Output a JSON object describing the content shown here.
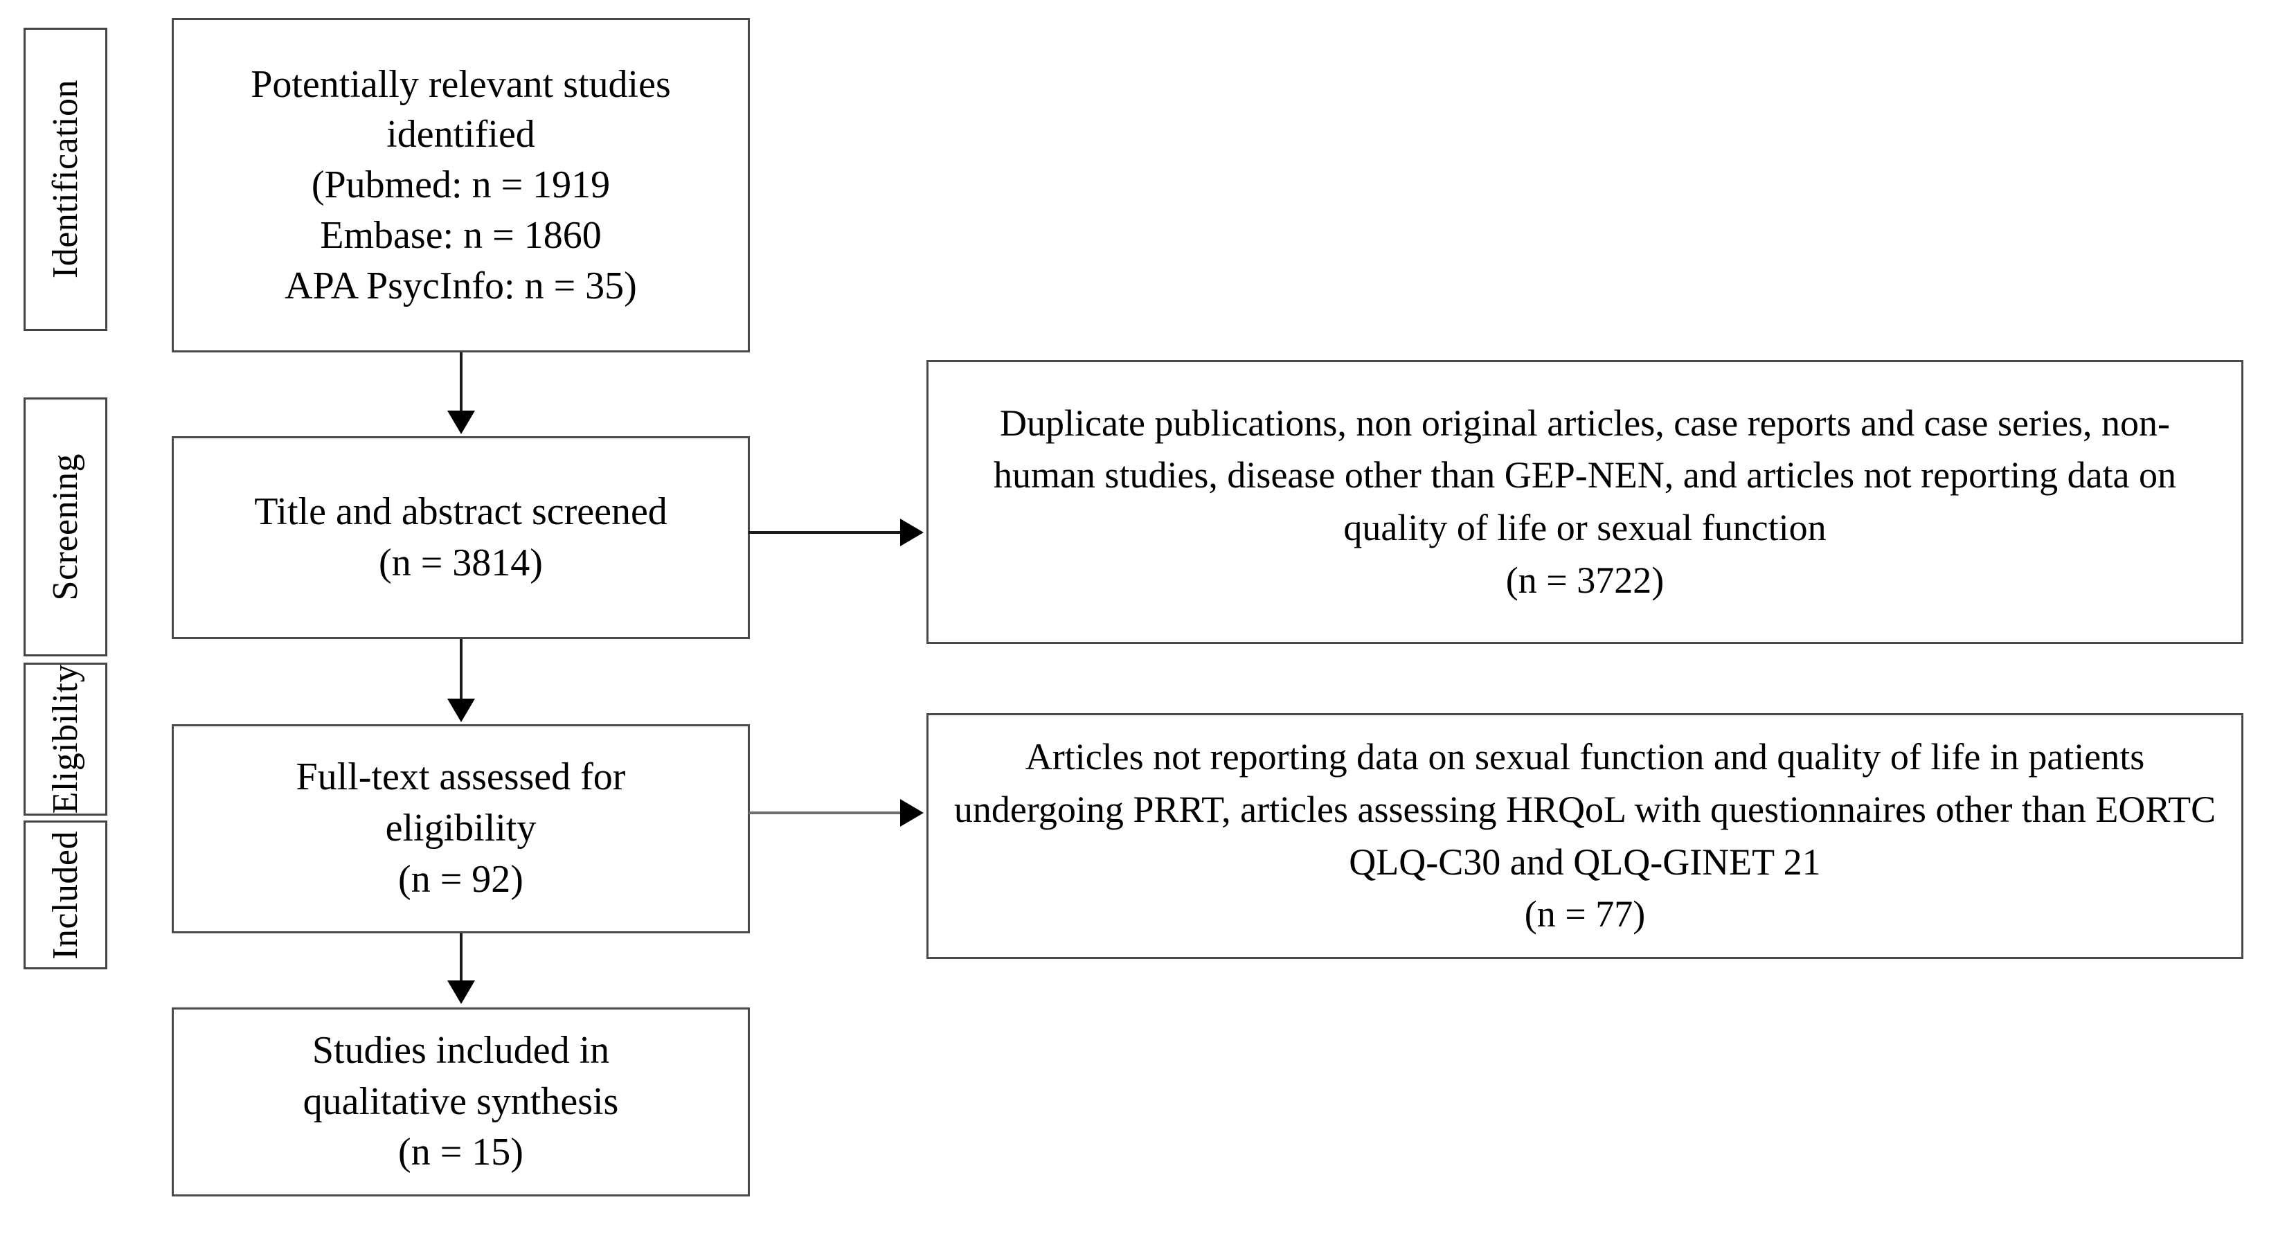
{
  "diagram": {
    "type": "prisma-flow-diagram",
    "title": "",
    "stages": [
      {
        "id": "identification",
        "label": "Identification"
      },
      {
        "id": "screening",
        "label": "Screening"
      },
      {
        "id": "eligibility",
        "label": "Eligibility"
      },
      {
        "id": "included",
        "label": "Included"
      }
    ],
    "flow_boxes": [
      {
        "id": "identification-box",
        "stage": "identification",
        "text": "Potentially relevant studies\nidentified\n(Pubmed: n = 1919\nEmbase: n = 1860\nAPA PsycInfo: n = 35)",
        "count_pubmed": 1919,
        "count_embase": 1860,
        "count_apa_psycinfo": 35
      },
      {
        "id": "screening-box",
        "stage": "screening",
        "text": "Title and abstract screened\n(n = 3814)",
        "count": 3814
      },
      {
        "id": "eligibility-box",
        "stage": "eligibility",
        "text": "Full-text assessed for\neligibility\n(n = 92)",
        "count": 92
      },
      {
        "id": "included-box",
        "stage": "included",
        "text": "Studies included in\nqualitative synthesis\n(n = 15)",
        "count": 15
      }
    ],
    "exclusion_boxes": [
      {
        "id": "screening-exclusions",
        "stage": "screening",
        "text": "Duplicate publications, non original articles, case reports and case series, non-human studies, disease other than GEP-NEN, and articles not reporting data on quality of life or sexual function\n(n = 3722)",
        "count": 3722
      },
      {
        "id": "eligibility-exclusions",
        "stage": "eligibility",
        "text": "Articles not reporting data on sexual function and quality of life in patients undergoing PRRT, articles assessing HRQoL with questionnaires other than EORTC QLQ-C30 and QLQ-GINET 21\n(n = 77)",
        "count": 77
      }
    ],
    "colors": {
      "background": "#ffffff",
      "box_border": "#4a4a4a",
      "label_border": "#444444",
      "connector": "#1a1a1a",
      "connector_grey": "#6e6e6e",
      "text": "#000000"
    }
  }
}
